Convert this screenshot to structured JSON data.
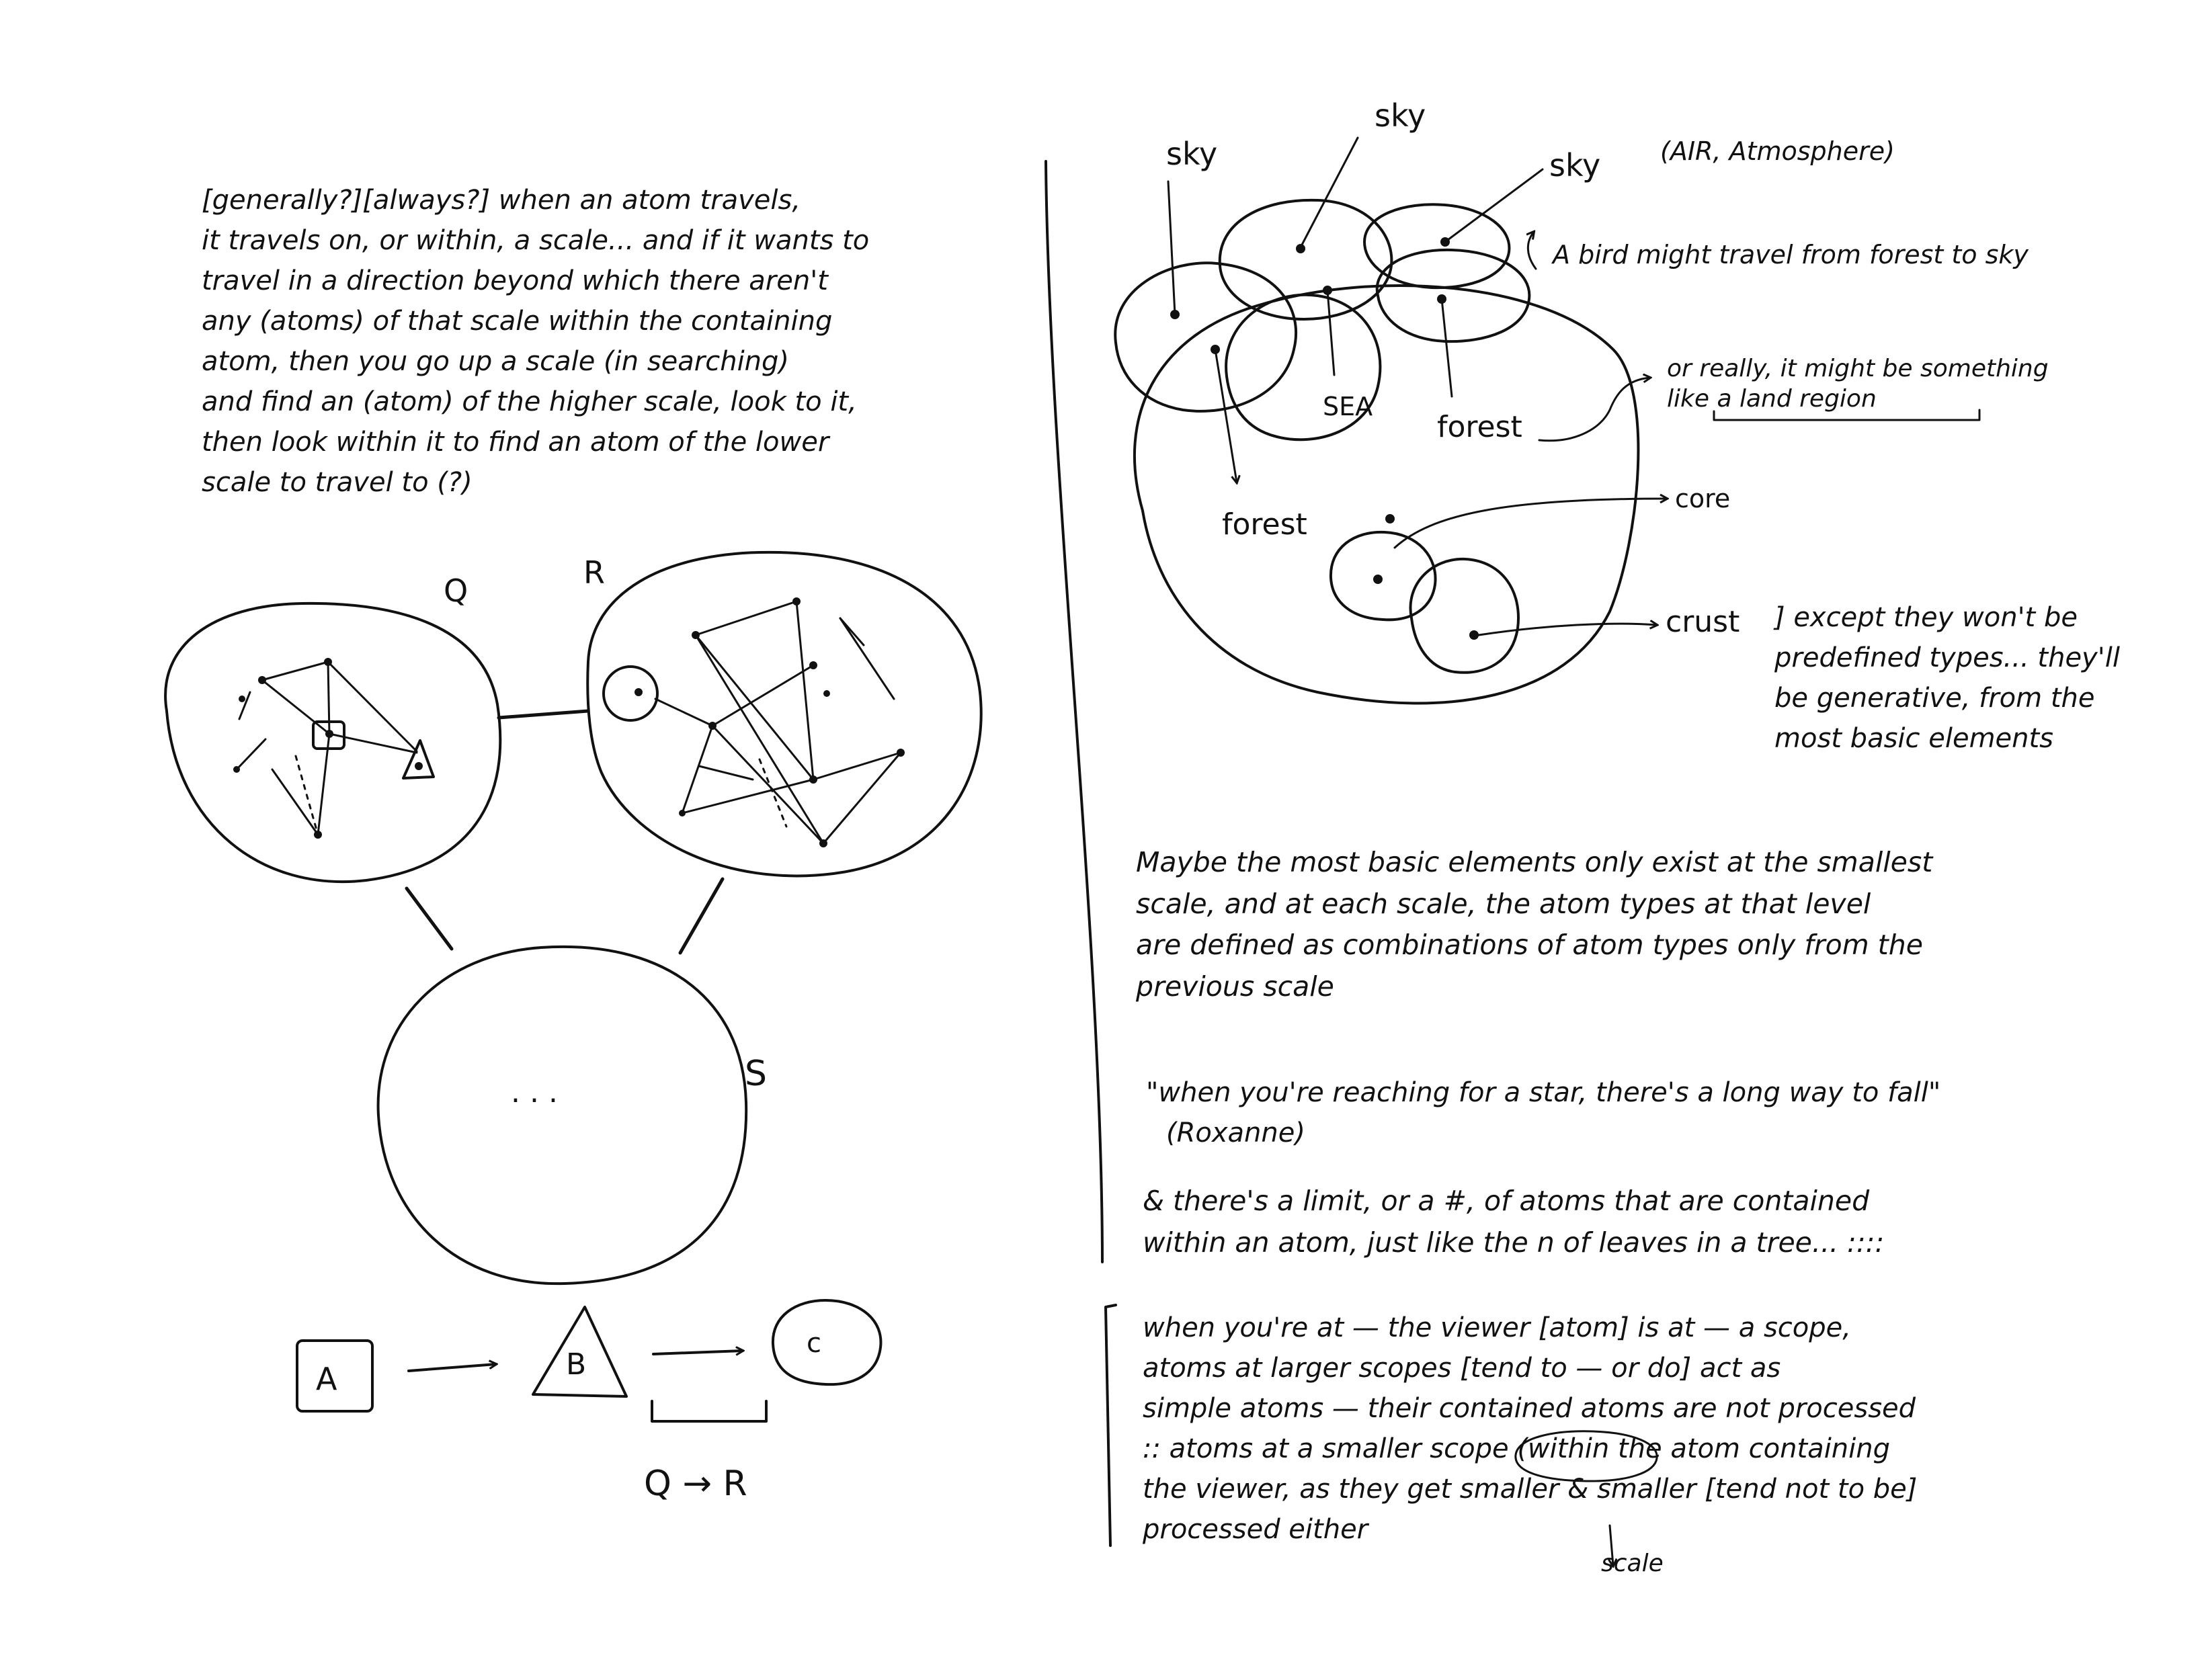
{
  "left_page": {
    "intro_lines": [
      "[generally?][always?] when an atom travels,",
      "it travels on, or within, a scale... and if it wants to",
      "travel in a direction beyond which there aren't",
      "any (atoms) of that scale within the containing",
      "atom, then you go up a scale (in searching)",
      "and find an (atom) of the higher scale, look to it,",
      "then look within it to find an atom of the lower",
      "scale to travel to    (?)"
    ],
    "nodes": {
      "q": "Q",
      "r": "R",
      "s": "S",
      "s_content": ". . ."
    },
    "sequence": {
      "a": "A",
      "b": "B",
      "c": "c",
      "bracket_label": "Q → R"
    }
  },
  "right_page": {
    "diagram_labels": {
      "sky_1": "sky",
      "sky_2": "sky",
      "sky_3": "sky",
      "sky_note": "(AIR, Atmosphere)",
      "bird_note": "A bird might travel from forest to sky",
      "sea": "SEA",
      "forest_1": "forest",
      "forest_2": "forest",
      "region_note_line1": "or really, it might be something",
      "region_note_line2": "like a land region",
      "core": "core",
      "crust": "crust",
      "generative_note": [
        "] except they won't be",
        "predefined types... they'll",
        "be generative, from the",
        "most basic elements"
      ]
    },
    "notes": {
      "basic_elements": [
        "Maybe the most basic elements only exist at the smallest",
        "scale, and at each scale, the atom types at that level",
        "are defined as combinations of atom types only from the",
        "previous scale"
      ],
      "quote_line1": "\"when you're reaching for a star, there's a long way to fall\"",
      "quote_line2": "(Roxanne)",
      "limit_note": [
        "& there's a limit, or a #, of atoms that are contained",
        "within an atom, just like the n of leaves in a tree... ::::"
      ],
      "viewer_note": [
        "when you're at — the viewer [atom] is at — a scope,",
        "atoms at larger scopes [tend to — or do] act as",
        "simple atoms — their contained atoms are not processed",
        ":: atoms at a smaller scope (within the atom containing",
        "the viewer, as they get smaller & smaller [tend not to be]",
        "processed either"
      ],
      "scale_annotation": "scale"
    }
  }
}
